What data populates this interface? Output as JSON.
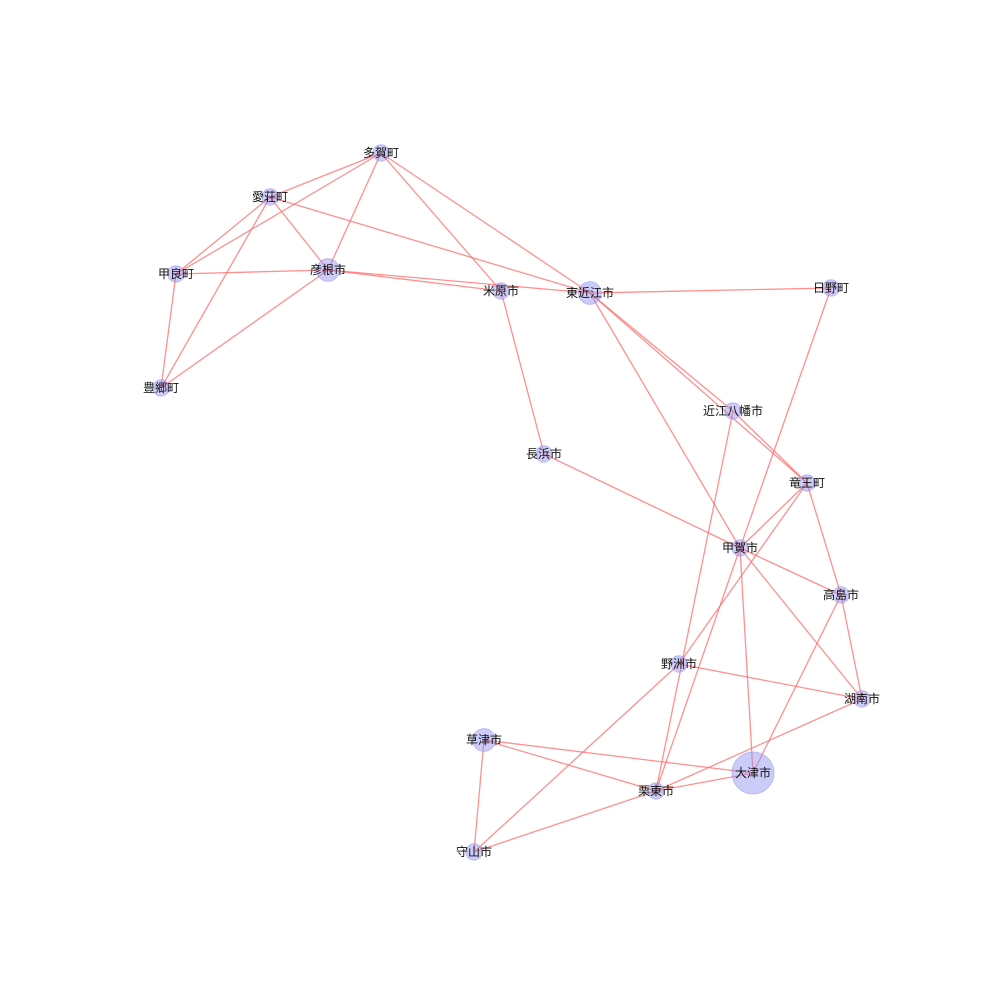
{
  "colors": {
    "edge": "#ff6b6b",
    "node": "#8f8ff0",
    "label": "#111111",
    "background": "#ffffff"
  },
  "nodes": [
    {
      "id": "taga",
      "label": "多賀町",
      "weight": 1
    },
    {
      "id": "aisho",
      "label": "愛荘町",
      "weight": 1
    },
    {
      "id": "kora",
      "label": "甲良町",
      "weight": 1
    },
    {
      "id": "hikone",
      "label": "彦根市",
      "weight": 2
    },
    {
      "id": "toyosato",
      "label": "豊郷町",
      "weight": 1
    },
    {
      "id": "maibara",
      "label": "米原市",
      "weight": 1
    },
    {
      "id": "higashiomi",
      "label": "東近江市",
      "weight": 2
    },
    {
      "id": "hino",
      "label": "日野町",
      "weight": 1
    },
    {
      "id": "omihachiman",
      "label": "近江八幡市",
      "weight": 1
    },
    {
      "id": "nagahama",
      "label": "長浜市",
      "weight": 1
    },
    {
      "id": "ryuo",
      "label": "竜王町",
      "weight": 1
    },
    {
      "id": "koka",
      "label": "甲賀市",
      "weight": 1
    },
    {
      "id": "takashima",
      "label": "高島市",
      "weight": 1
    },
    {
      "id": "yasu",
      "label": "野洲市",
      "weight": 1
    },
    {
      "id": "konan",
      "label": "湖南市",
      "weight": 1
    },
    {
      "id": "kusatsu",
      "label": "草津市",
      "weight": 2
    },
    {
      "id": "otsu",
      "label": "大津市",
      "weight": 5
    },
    {
      "id": "ritto",
      "label": "栗東市",
      "weight": 1
    },
    {
      "id": "moriyama",
      "label": "守山市",
      "weight": 1
    }
  ],
  "edges": [
    [
      "taga",
      "aisho"
    ],
    [
      "taga",
      "kora"
    ],
    [
      "taga",
      "hikone"
    ],
    [
      "taga",
      "maibara"
    ],
    [
      "taga",
      "higashiomi"
    ],
    [
      "aisho",
      "kora"
    ],
    [
      "aisho",
      "hikone"
    ],
    [
      "aisho",
      "toyosato"
    ],
    [
      "aisho",
      "higashiomi"
    ],
    [
      "kora",
      "hikone"
    ],
    [
      "kora",
      "toyosato"
    ],
    [
      "hikone",
      "toyosato"
    ],
    [
      "hikone",
      "maibara"
    ],
    [
      "hikone",
      "higashiomi"
    ],
    [
      "maibara",
      "nagahama"
    ],
    [
      "higashiomi",
      "hino"
    ],
    [
      "higashiomi",
      "omihachiman"
    ],
    [
      "higashiomi",
      "ryuo"
    ],
    [
      "higashiomi",
      "koka"
    ],
    [
      "hino",
      "koka"
    ],
    [
      "omihachiman",
      "ryuo"
    ],
    [
      "omihachiman",
      "ritto"
    ],
    [
      "nagahama",
      "koka"
    ],
    [
      "ryuo",
      "koka"
    ],
    [
      "ryuo",
      "takashima"
    ],
    [
      "ryuo",
      "yasu"
    ],
    [
      "koka",
      "takashima"
    ],
    [
      "koka",
      "konan"
    ],
    [
      "koka",
      "otsu"
    ],
    [
      "koka",
      "ritto"
    ],
    [
      "takashima",
      "konan"
    ],
    [
      "takashima",
      "otsu"
    ],
    [
      "yasu",
      "konan"
    ],
    [
      "yasu",
      "moriyama"
    ],
    [
      "konan",
      "ritto"
    ],
    [
      "kusatsu",
      "otsu"
    ],
    [
      "kusatsu",
      "ritto"
    ],
    [
      "kusatsu",
      "moriyama"
    ],
    [
      "otsu",
      "ritto"
    ],
    [
      "ritto",
      "moriyama"
    ]
  ]
}
